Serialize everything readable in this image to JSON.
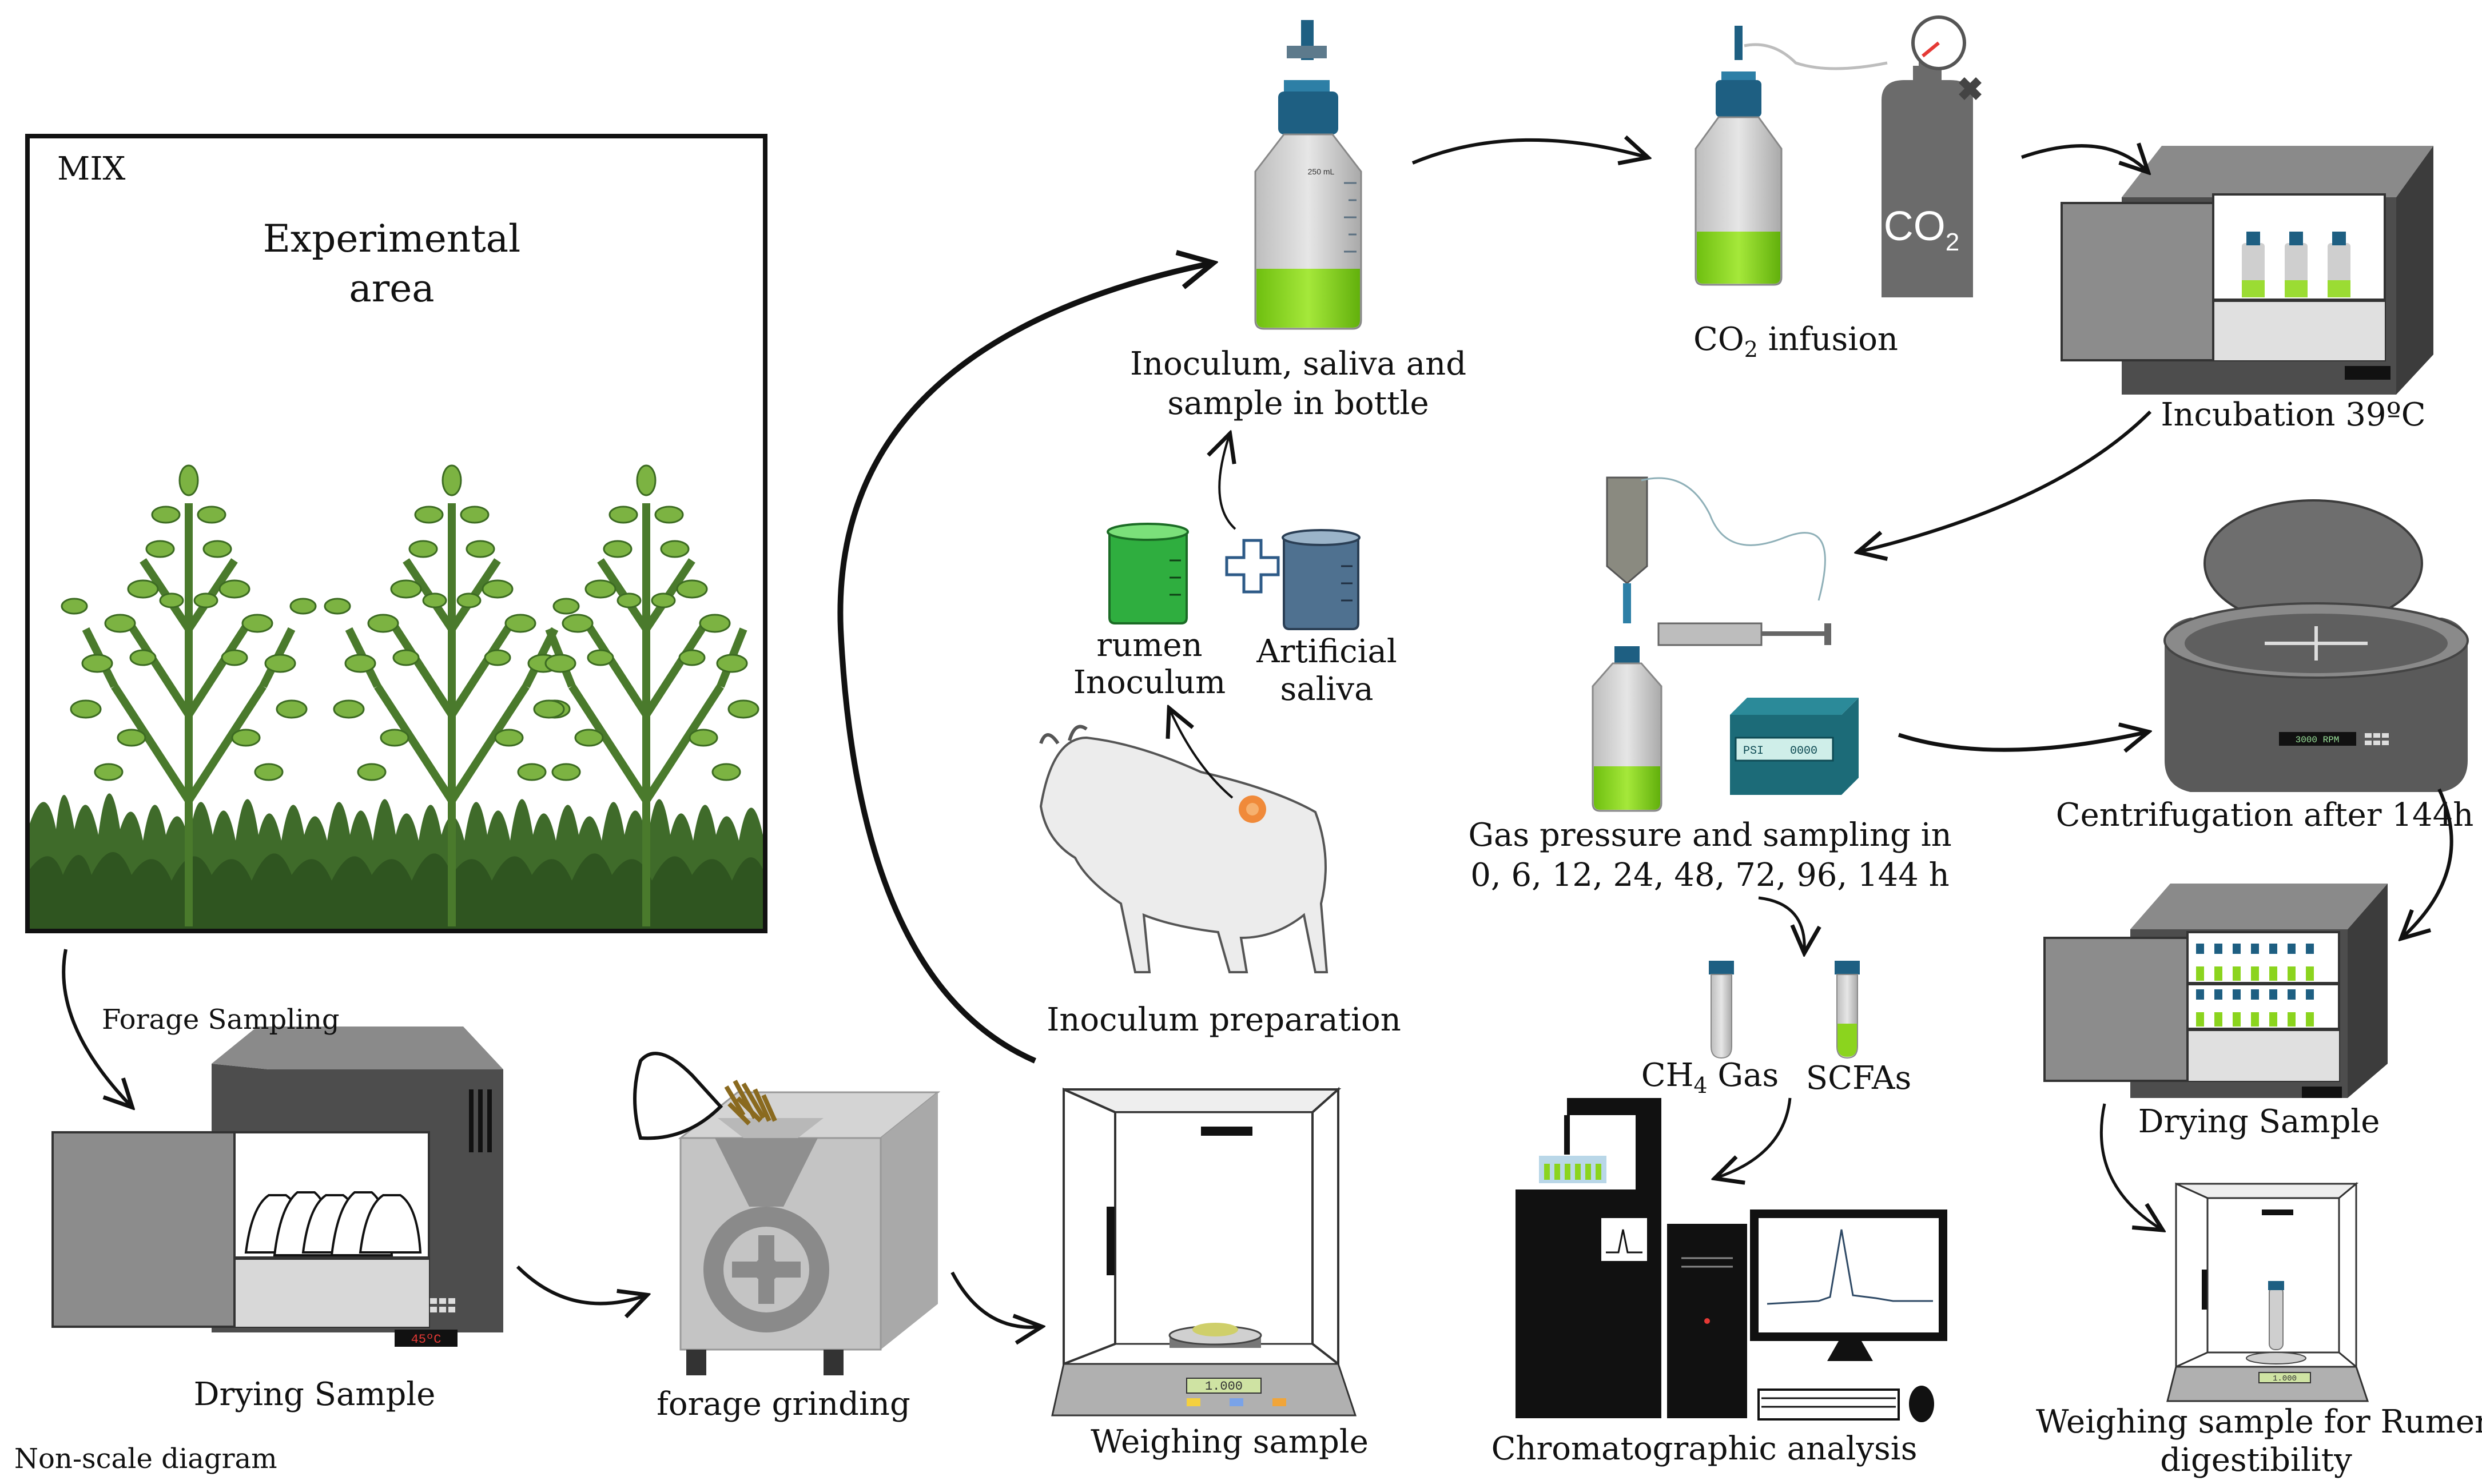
{
  "experimental_area": {
    "corner_label": "MIX",
    "title_line1": "Experimental",
    "title_line2": "area"
  },
  "steps": {
    "forage_sampling": "Forage Sampling",
    "drying_sample_1": "Drying Sample",
    "forage_grinding": "forage grinding",
    "weighing_sample": "Weighing sample",
    "inoculum_preparation": "Inoculum preparation",
    "rumen_inoculum_line1": "rumen",
    "rumen_inoculum_line2": "Inoculum",
    "artificial_saliva_line1": "Artificial",
    "artificial_saliva_line2": "saliva",
    "bottle_line1": "Inoculum, saliva and",
    "bottle_line2": "sample in bottle",
    "co2_infusion_pre": "CO",
    "co2_infusion_sub": "2",
    "co2_infusion_post": " infusion",
    "incubation": "Incubation 39ºC",
    "gas_pressure_line1": "Gas pressure and sampling in",
    "gas_pressure_line2": "0, 6, 12, 24, 48, 72, 96, 144 h",
    "centrifugation": "Centrifugation after 144h",
    "ch4_pre": "CH",
    "ch4_sub": "4",
    "ch4_post": " Gas",
    "scfas": "SCFAs",
    "chromatographic_analysis": "Chromatographic analysis",
    "drying_sample_2": "Drying Sample",
    "weighing_rumen_line1": "Weighing sample for Rumen",
    "weighing_rumen_line2": "digestibility"
  },
  "device_text": {
    "oven_temp": "45ºC",
    "balance_reading": "1.000",
    "bottle_volume": "250 mL",
    "pressure_unit": "PSI",
    "pressure_value": "0000",
    "centrifuge_speed": "3000 RPM",
    "cylinder_gas": "CO",
    "cylinder_gas_sub": "2"
  },
  "footer": {
    "note": "Non-scale diagram"
  },
  "colors": {
    "plant_green": "#4a7a2c",
    "leaf_green": "#7cb342",
    "grass_green": "#3f6b2a",
    "liquid_green": "#8bd41e",
    "rumen_green": "#2fae3f",
    "saliva_blue": "#4f7190",
    "cap_blue": "#1e5f82",
    "oven_gray": "#5a5a5a",
    "arrow": "#111111"
  }
}
